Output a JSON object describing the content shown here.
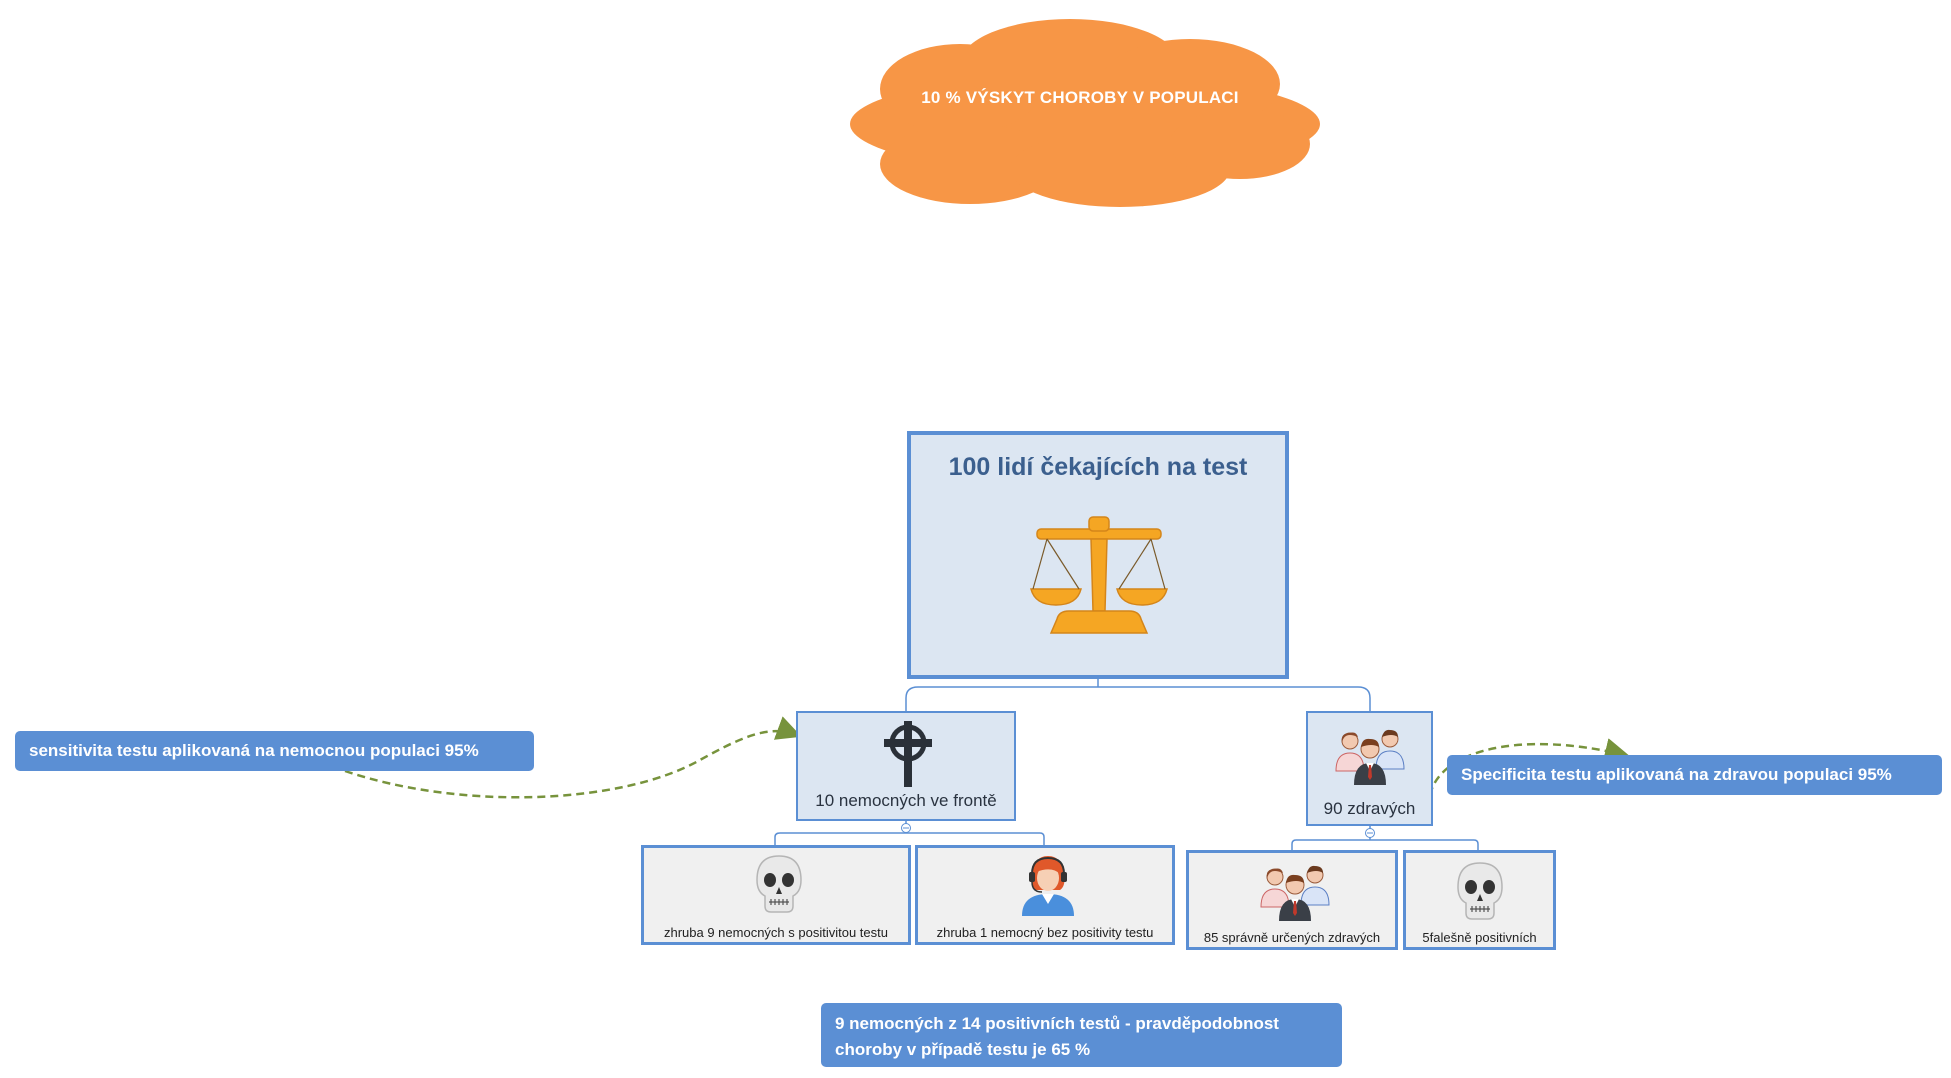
{
  "colors": {
    "cloud": "#f79646",
    "node_fill": "#dce6f2",
    "node_border": "#5b8fd4",
    "leaf_fill": "#f0f0f0",
    "callout": "#5b8fd4",
    "arrow": "#77933c",
    "scale_icon": "#f5a623"
  },
  "cloud": {
    "text": "10 % VÝSKYT CHOROBY V POPULACI"
  },
  "root": {
    "title": "100 lidí čekajících na  test",
    "icon": "scales-icon"
  },
  "nodes": {
    "sick": {
      "label": "10 nemocných ve frontě",
      "icon": "celtic-cross-icon"
    },
    "healthy": {
      "label": "90 zdravých",
      "icon": "people-group-icon"
    }
  },
  "leaves": {
    "sick_positive": {
      "label": "zhruba  9  nemocných s positivitou testu",
      "icon": "skull-icon"
    },
    "sick_negative": {
      "label": "zhruba  1  nemocný bez positivity testu",
      "icon": "operator-woman-icon"
    },
    "healthy_correct": {
      "label": "85  správně určených  zdravých",
      "icon": "people-group-icon"
    },
    "healthy_false_pos": {
      "label": "5falešně  positivních",
      "icon": "skull-icon"
    }
  },
  "callouts": {
    "sensitivity": "sensitivita  testu aplikovaná na nemocnou  populaci 95%",
    "specificity": "Specificita   testu aplikovaná na zdravou populaci 95%",
    "conclusion_line1": "9  nemocných z 14 positivních testů  - pravděpodobnost",
    "conclusion_line2": "choroby v případě testu je   65 %"
  }
}
